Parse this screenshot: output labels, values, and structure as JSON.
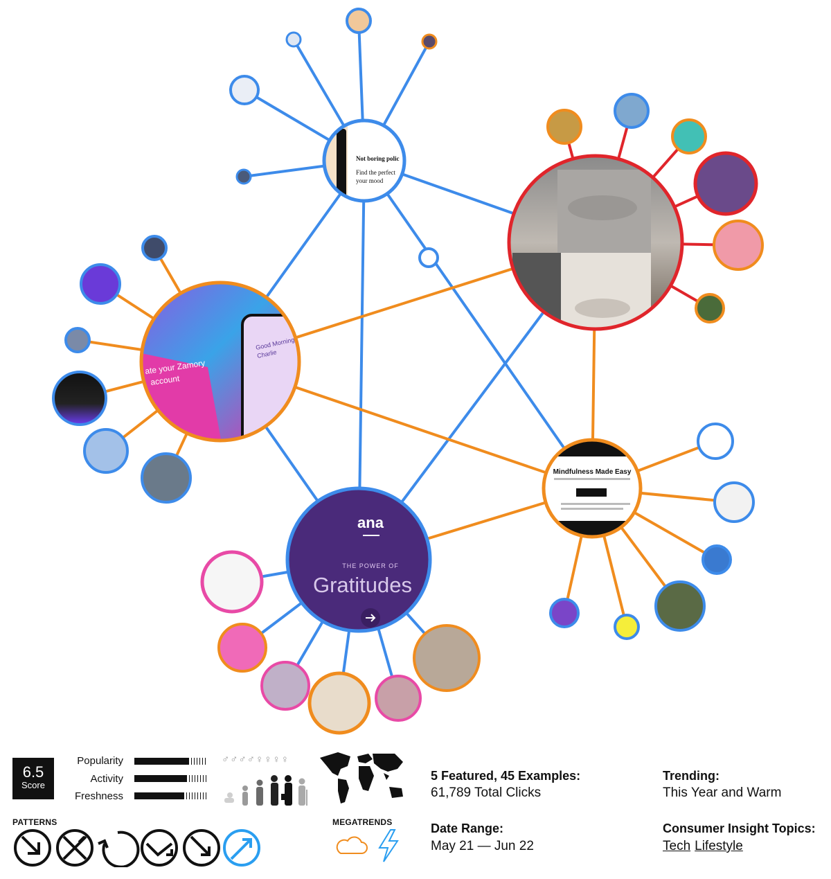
{
  "graph": {
    "hubs": [
      {
        "id": "policy",
        "text": [
          "Not boring polic",
          "Find the perfect",
          "your mood"
        ]
      },
      {
        "id": "meditate",
        "text": []
      },
      {
        "id": "app",
        "text": [
          "ate your Zamory",
          "account",
          "Good Morning",
          "Charlie"
        ]
      },
      {
        "id": "mindfulness",
        "text": [
          "Mindfulness Made Easy"
        ]
      },
      {
        "id": "gratitudes",
        "logo": "ana",
        "kicker": "THE POWER OF",
        "title": "Gratitudes"
      }
    ]
  },
  "summary": {
    "score": {
      "value": "6.5",
      "label": "Score"
    },
    "metrics": [
      {
        "label": "Popularity",
        "level": 0.75
      },
      {
        "label": "Activity",
        "level": 0.72
      },
      {
        "label": "Freshness",
        "level": 0.68
      }
    ],
    "examples_line": "5 Featured, 45 Examples:",
    "clicks_line": "61,789 Total Clicks",
    "date_range_label": "Date Range:",
    "date_range_value": "May 21 — Jun 22",
    "trending_label": "Trending:",
    "trending_value": "This Year and Warm",
    "topics_label": "Consumer Insight Topics:",
    "topics": [
      "Tech",
      "Lifestyle"
    ],
    "patterns_label": "PATTERNS",
    "megatrends_label": "MEGATRENDS",
    "gender_symbols": "♂♂♂♂♀♀♀♀"
  },
  "colors": {
    "blue": "#3d8bea",
    "orange": "#f08c1e",
    "red": "#e0252b",
    "pink": "#e84aa6",
    "purple": "#4a2a7a",
    "dark": "#111111"
  },
  "icons": [
    "pattern-arrow-in-icon",
    "pattern-cross-icon",
    "pattern-cycle-icon",
    "pattern-check-icon",
    "pattern-down-arrow-icon",
    "pattern-up-arrow-icon",
    "cloud-icon",
    "lightning-icon",
    "world-map-icon",
    "human-evolution-icon"
  ]
}
